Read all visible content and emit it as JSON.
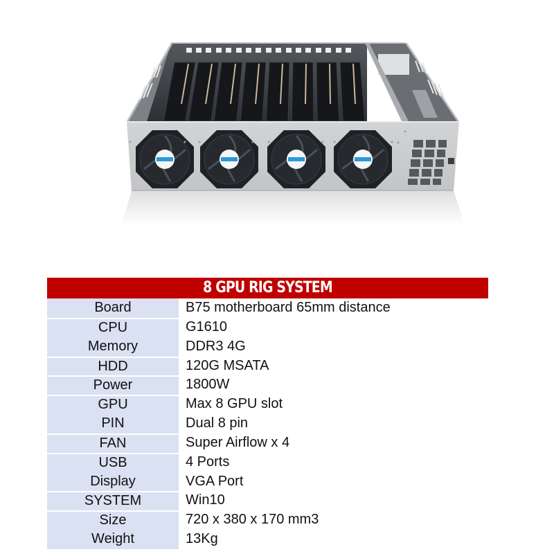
{
  "product_image": {
    "alt": "8 GPU mining rig chassis with four front fans",
    "fan_count": 4,
    "gpu_count": 8,
    "colors": {
      "chassis": "#c9cacc",
      "chassis_dark": "#8f9296",
      "interior": "#3a3d42",
      "fan": "#1e2226",
      "fan_label": "#2a9ad8"
    }
  },
  "spec_table": {
    "title": "8 GPU RIG SYSTEM",
    "header_color": "#c00000",
    "label_bg_color": "#d9e1f2",
    "rows": [
      {
        "label": "Board",
        "value": "B75 motherboard 65mm distance"
      },
      {
        "label": "CPU",
        "value": "G1610"
      },
      {
        "label": "Memory",
        "value": "DDR3 4G"
      },
      {
        "label": "HDD",
        "value": "120G MSATA"
      },
      {
        "label": "Power",
        "value": "1800W"
      },
      {
        "label": "GPU",
        "value": "Max 8 GPU slot"
      },
      {
        "label": "PIN",
        "value": "Dual 8 pin"
      },
      {
        "label": "FAN",
        "value": "Super Airflow x 4"
      },
      {
        "label": "USB",
        "value": "4 Ports"
      },
      {
        "label": "Display",
        "value": "VGA Port"
      },
      {
        "label": "SYSTEM",
        "value": "Win10"
      },
      {
        "label": "Size",
        "value": "720 x 380 x 170 mm3"
      },
      {
        "label": "Weight",
        "value": "13Kg"
      }
    ]
  }
}
